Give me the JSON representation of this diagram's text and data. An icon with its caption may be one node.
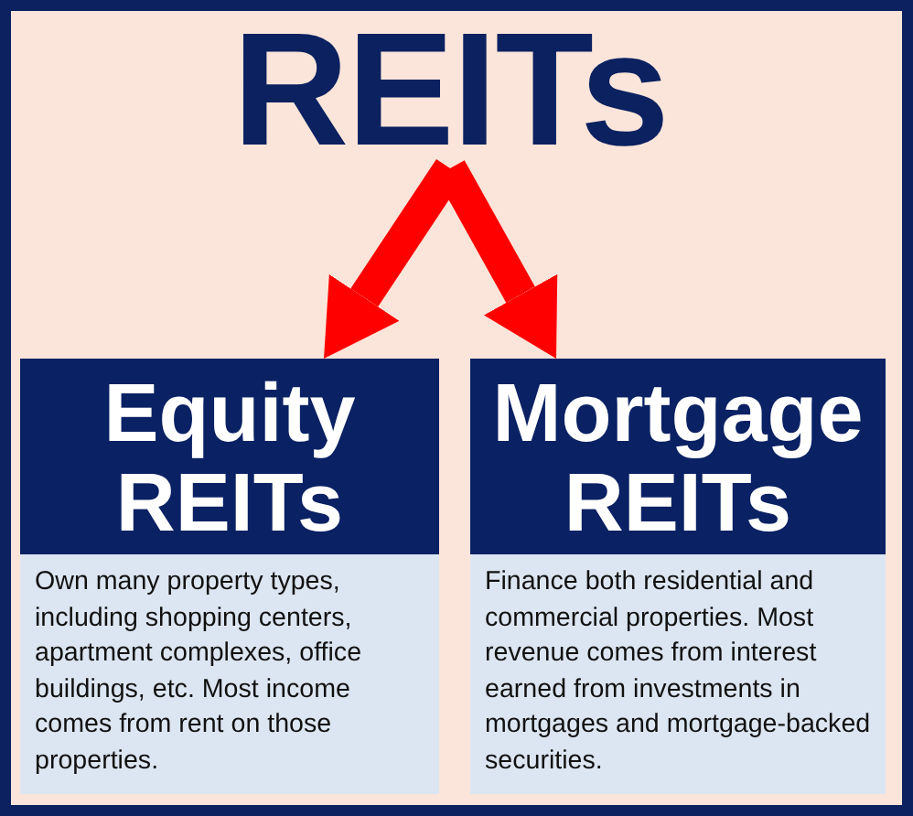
{
  "diagram": {
    "nodes": [
      {
        "text": [
          "REITs"
        ]
      },
      {
        "text": [
          "Equity REITs",
          "Own many property types, including shopping centers, apartment complexes, office buildings, etc. Most income comes from rent on those properties."
        ]
      },
      {
        "text": [
          "Mortgage REITs",
          "Finance both residential and commercial properties. Most revenue comes from interest earned from investments in mortgages and mortgage-backed securities."
        ]
      }
    ],
    "edges": [
      {
        "from": 0,
        "to": 1,
        "arrow": "to"
      },
      {
        "from": 0,
        "to": 2,
        "arrow": "to"
      }
    ]
  }
}
